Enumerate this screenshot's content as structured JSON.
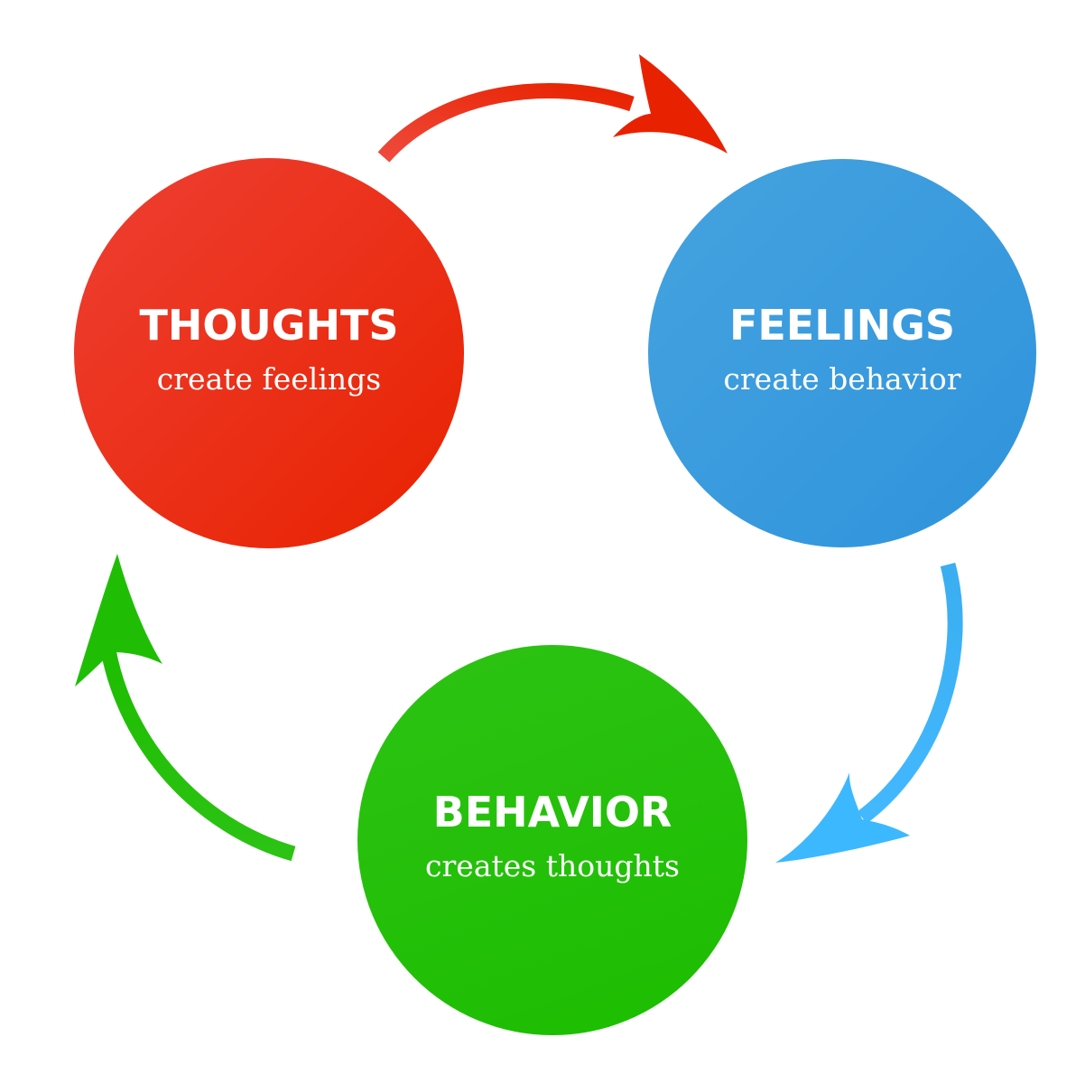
{
  "nodes": {
    "thoughts": {
      "title": "THOUGHTS",
      "subtitle": "create feelings",
      "color": "#e92a10"
    },
    "feelings": {
      "title": "FEELINGS",
      "subtitle": "create behavior",
      "color": "#3899dd"
    },
    "behavior": {
      "title": "BEHAVIOR",
      "subtitle": "creates thoughts",
      "color": "#22bf08"
    }
  },
  "arrows": [
    {
      "from": "thoughts",
      "to": "feelings",
      "color": "#e92a10"
    },
    {
      "from": "feelings",
      "to": "behavior",
      "color": "#3cb2f5"
    },
    {
      "from": "behavior",
      "to": "thoughts",
      "color": "#22bf08"
    }
  ]
}
